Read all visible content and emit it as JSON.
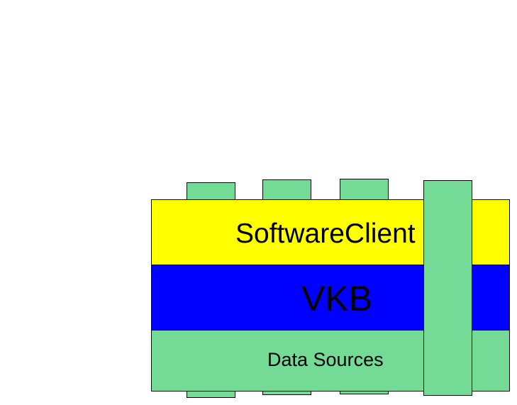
{
  "diagram": {
    "layers": [
      {
        "id": "software-client",
        "label": "SoftwareClient",
        "fill": "#ffff00"
      },
      {
        "id": "vkb",
        "label": "VKB",
        "fill": "#0000ff"
      },
      {
        "id": "data-sources",
        "label": "Data Sources",
        "fill": "#74db96"
      }
    ],
    "peg_color": "#74db96",
    "outline_color": "#000000"
  }
}
